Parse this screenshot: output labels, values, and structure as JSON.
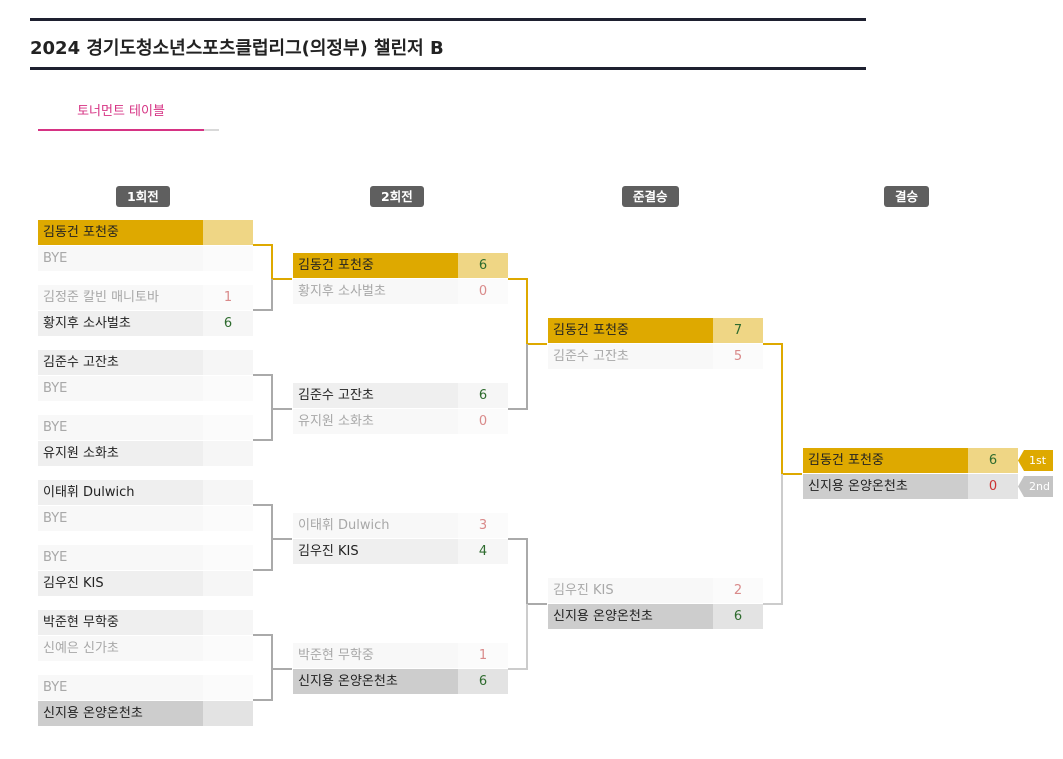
{
  "page": {
    "title": "2024 경기도청소년스포츠클럽리그(의정부) 챌린저 B"
  },
  "tabs": [
    {
      "label": "토너먼트 테이블",
      "active": true
    }
  ],
  "rounds": {
    "r1": "1회전",
    "r2": "2회전",
    "semifinal": "준결승",
    "final": "결승"
  },
  "round1": [
    {
      "name": "김동건 포천중",
      "score": ""
    },
    {
      "name": "BYE",
      "score": ""
    },
    {
      "name": "김정준 칼빈 매니토바",
      "score": "1"
    },
    {
      "name": "황지후 소사벌초",
      "score": "6"
    },
    {
      "name": "김준수 고잔초",
      "score": ""
    },
    {
      "name": "BYE",
      "score": ""
    },
    {
      "name": "BYE",
      "score": ""
    },
    {
      "name": "유지원 소화초",
      "score": ""
    },
    {
      "name": "이태휘 Dulwich",
      "score": ""
    },
    {
      "name": "BYE",
      "score": ""
    },
    {
      "name": "BYE",
      "score": ""
    },
    {
      "name": "김우진 KIS",
      "score": ""
    },
    {
      "name": "박준현 무학중",
      "score": ""
    },
    {
      "name": "신예은 신가초",
      "score": ""
    },
    {
      "name": "BYE",
      "score": ""
    },
    {
      "name": "신지용 온양온천초",
      "score": ""
    }
  ],
  "round2": [
    {
      "name": "김동건 포천중",
      "score": "6"
    },
    {
      "name": "황지후 소사벌초",
      "score": "0"
    },
    {
      "name": "김준수 고잔초",
      "score": "6"
    },
    {
      "name": "유지원 소화초",
      "score": "0"
    },
    {
      "name": "이태휘 Dulwich",
      "score": "3"
    },
    {
      "name": "김우진 KIS",
      "score": "4"
    },
    {
      "name": "박준현 무학중",
      "score": "1"
    },
    {
      "name": "신지용 온양온천초",
      "score": "6"
    }
  ],
  "semifinal": [
    {
      "name": "김동건 포천중",
      "score": "7"
    },
    {
      "name": "김준수 고잔초",
      "score": "5"
    },
    {
      "name": "김우진 KIS",
      "score": "2"
    },
    {
      "name": "신지용 온양온천초",
      "score": "6"
    }
  ],
  "final": [
    {
      "name": "김동건 포천중",
      "score": "6",
      "place": "1st"
    },
    {
      "name": "신지용 온양온천초",
      "score": "0",
      "place": "2nd"
    }
  ],
  "colors": {
    "winner_gold": "#dea900",
    "winner_gold_light": "#efd685",
    "runner_up_silver": "#cdcdcd",
    "tab_active": "#d63384",
    "title_border": "#1e2030",
    "win_score": "#2e6b2e",
    "lose_score": "#d98a8a"
  }
}
